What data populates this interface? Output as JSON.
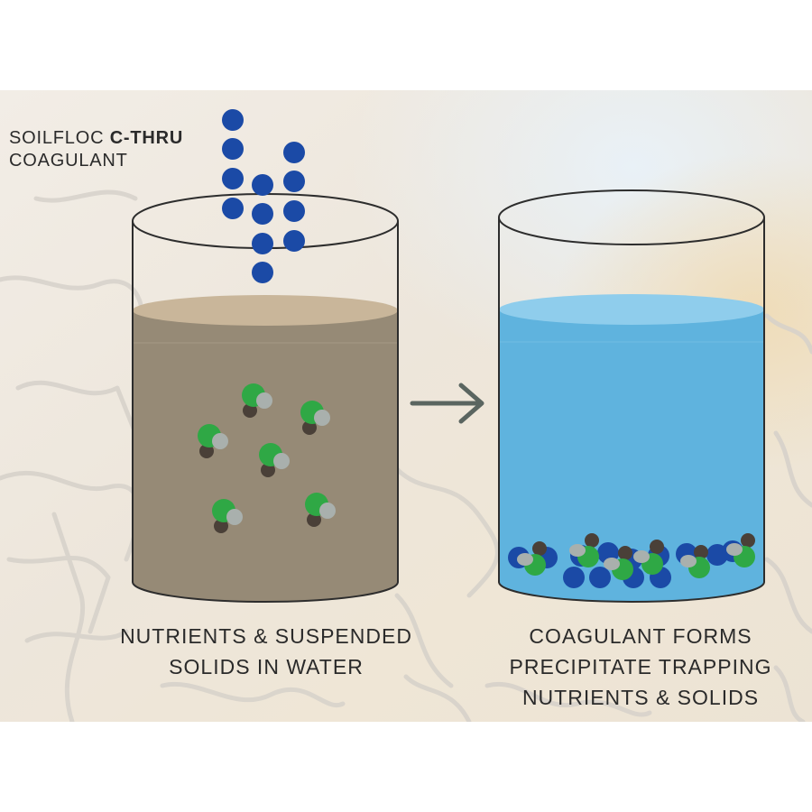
{
  "coagulant_label": {
    "line1_prefix": "SOILFLOC ",
    "line1_bold": "C-THRU",
    "line2": "COAGULANT"
  },
  "left_caption": {
    "line1": "NUTRIENTS & SUSPENDED",
    "line2": "SOLIDS IN WATER"
  },
  "right_caption": {
    "line1": "COAGULANT FORMS",
    "line2": "PRECIPITATE TRAPPING",
    "line3": "NUTRIENTS & SOLIDS"
  },
  "colors": {
    "coagulant_blue": "#1b4aa6",
    "nutrient_green": "#2fa845",
    "solid_dark": "#4a4038",
    "solid_gray": "#a9b0ad",
    "muddy_water": "#968a76",
    "muddy_surface": "#c9b69a",
    "clear_water": "#5fb3de",
    "clear_surface": "#8fcdec",
    "arrow": "#5a6560"
  },
  "icons": {
    "arrow": "right-arrow-icon"
  }
}
